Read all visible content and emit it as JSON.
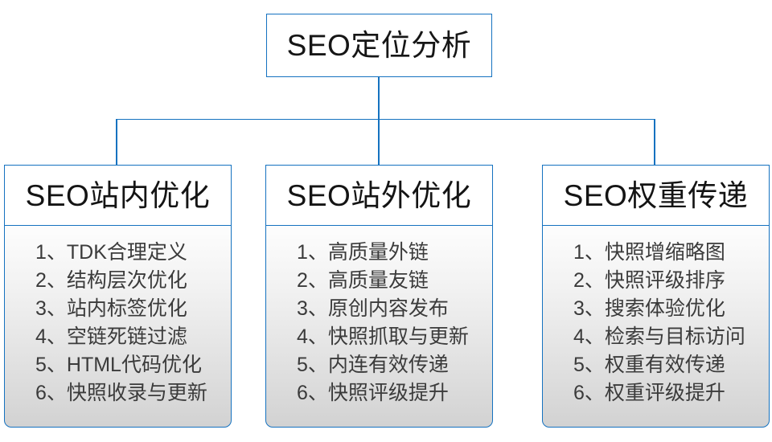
{
  "diagram": {
    "root": {
      "title": "SEO定位分析"
    },
    "accent_color": "#1572c0",
    "branches": [
      {
        "title": "SEO站内优化",
        "items": [
          "1、TDK合理定义",
          "2、结构层次优化",
          "3、站内标签优化",
          "4、空链死链过滤",
          "5、HTML代码优化",
          "6、快照收录与更新"
        ]
      },
      {
        "title": "SEO站外优化",
        "items": [
          "1、高质量外链",
          "2、高质量友链",
          "3、原创内容发布",
          "4、快照抓取与更新",
          "5、内连有效传递",
          "6、快照评级提升"
        ]
      },
      {
        "title": "SEO权重传递",
        "items": [
          "1、快照增缩略图",
          "2、快照评级排序",
          "3、搜索体验优化",
          "4、检索与目标访问",
          "5、权重有效传递",
          "6、权重评级提升"
        ]
      }
    ]
  }
}
